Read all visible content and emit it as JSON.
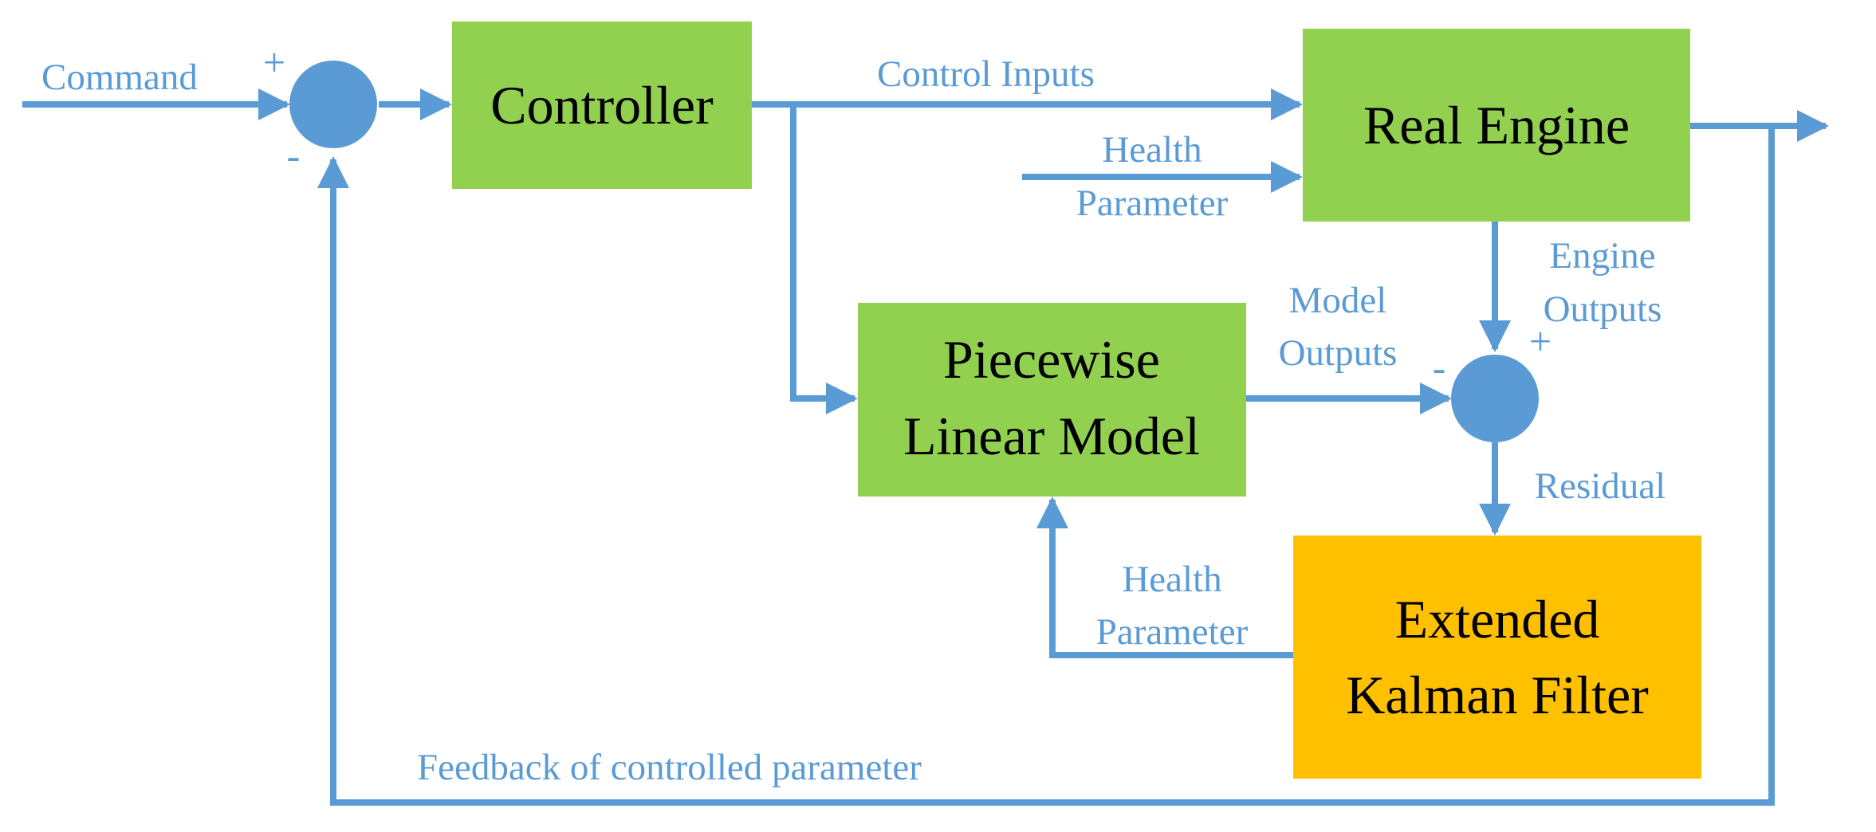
{
  "colors": {
    "arrow": "#5b9bd5",
    "green_box": "#92d050",
    "orange_box": "#ffc000",
    "box_text": "#000000",
    "junction": "#5b9bd5"
  },
  "blocks": {
    "controller": "Controller",
    "real_engine": "Real Engine",
    "linear_model_line1": "Piecewise",
    "linear_model_line2": "Linear Model",
    "ekf_line1": "Extended",
    "ekf_line2": "Kalman Filter"
  },
  "signals": {
    "command": "Command",
    "control_inputs": "Control Inputs",
    "health_top_line1": "Health",
    "health_top_line2": "Parameter",
    "engine_outputs_line1": "Engine",
    "engine_outputs_line2": "Outputs",
    "model_outputs_line1": "Model",
    "model_outputs_line2": "Outputs",
    "residual": "Residual",
    "health_bottom_line1": "Health",
    "health_bottom_line2": "Parameter",
    "feedback": "Feedback of controlled parameter"
  },
  "signs": {
    "sum1_plus": "+",
    "sum1_minus": "-",
    "sum2_plus": "+",
    "sum2_minus": "-"
  }
}
